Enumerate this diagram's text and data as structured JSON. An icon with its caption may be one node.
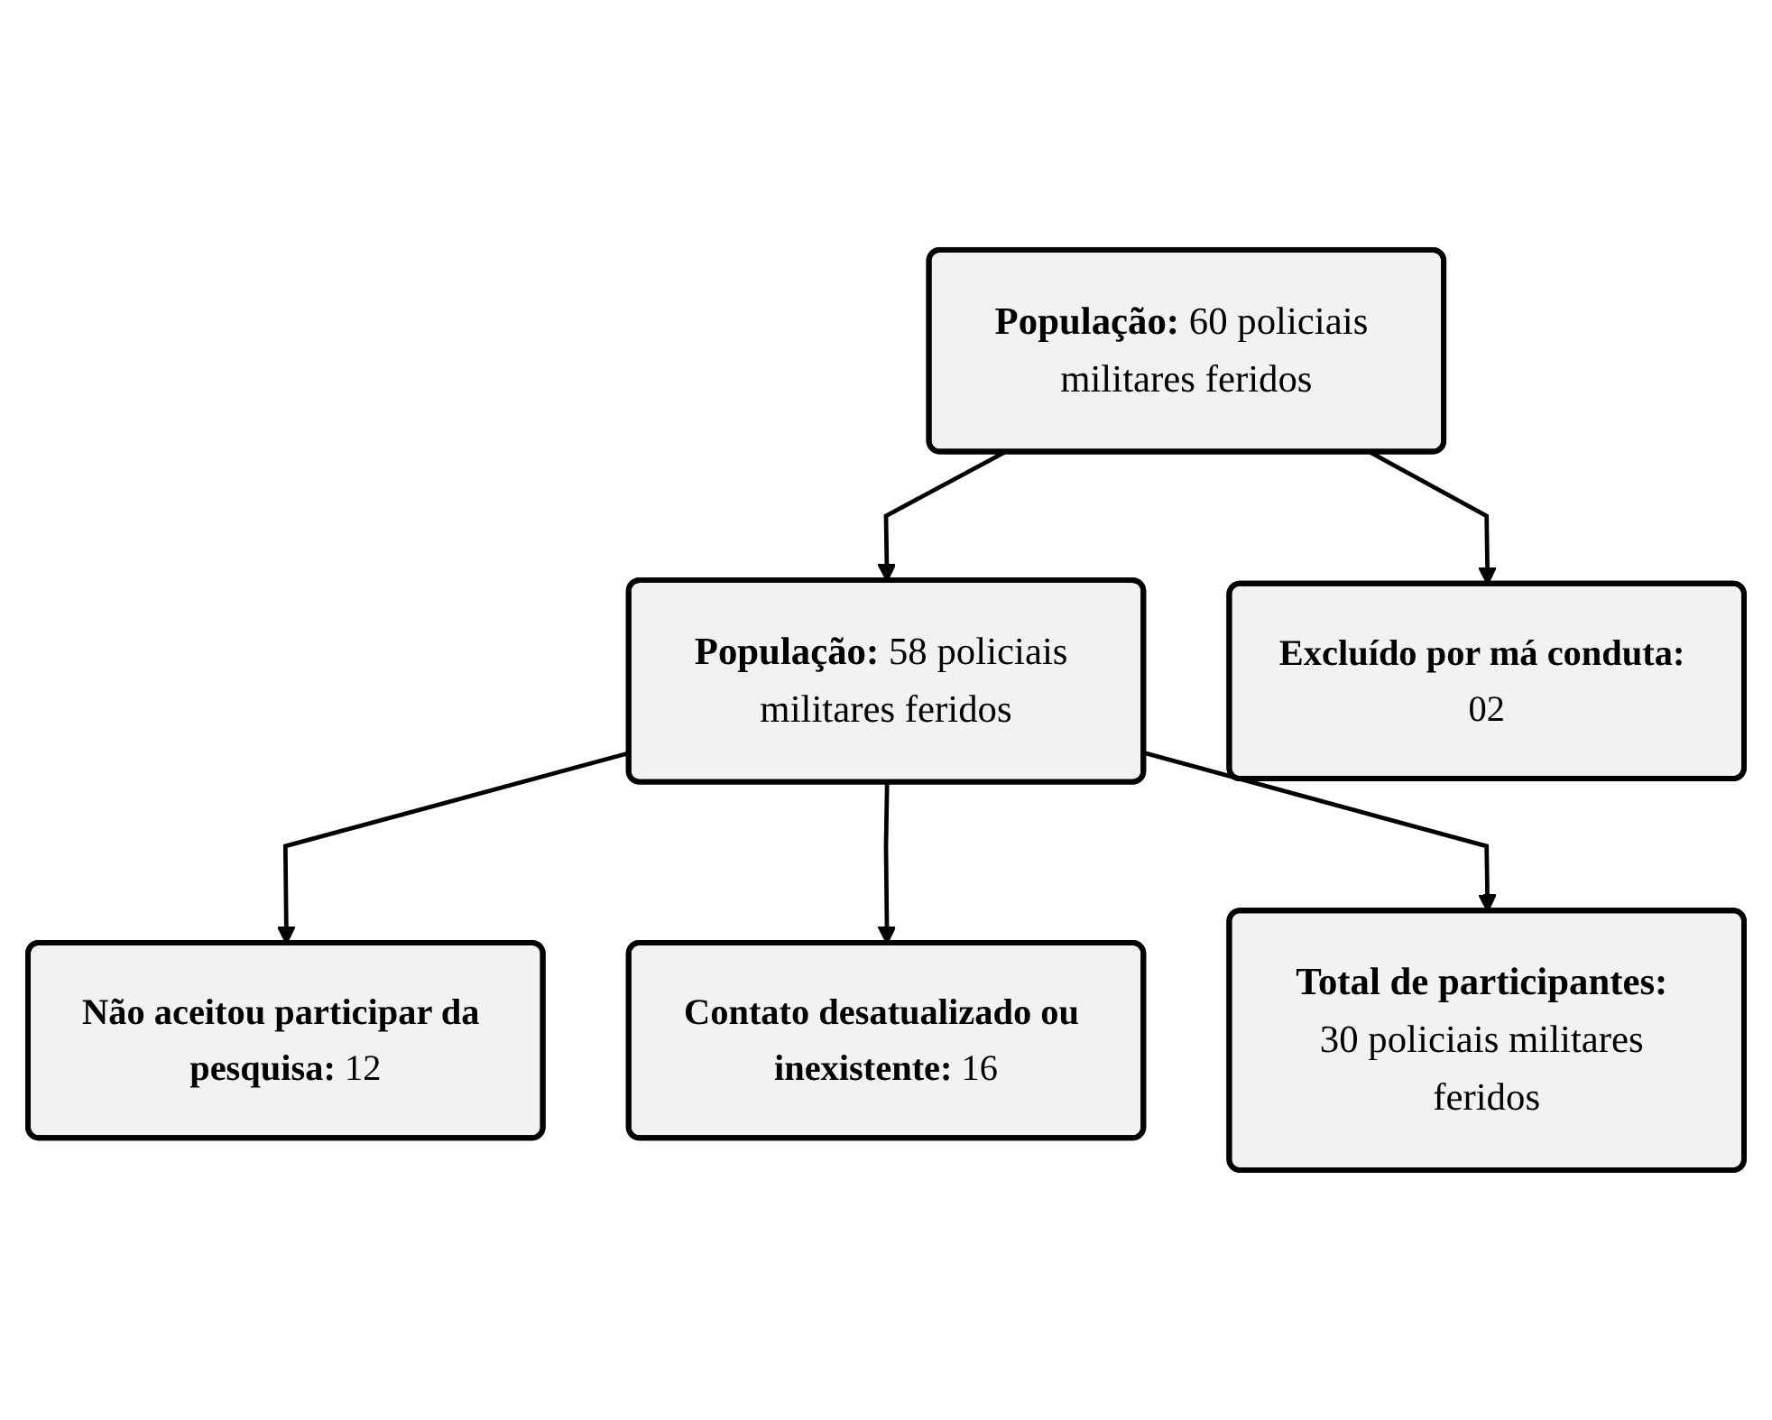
{
  "diagram": {
    "nodes": [
      {
        "text": [
          "**População:** 60 policiais militares feridos"
        ]
      },
      {
        "text": [
          "**População:** 58 policiais militares feridos"
        ]
      },
      {
        "text": [
          "**Excluído por má conduta:** 02"
        ]
      },
      {
        "text": [
          "**Não aceitou participar da pesquisa:** 12"
        ]
      },
      {
        "text": [
          "**Contato desatualizado ou inexistente:** 16"
        ]
      },
      {
        "text": [
          "**Total de participantes:** 30 policiais militares feridos"
        ]
      }
    ],
    "edges": [
      {
        "from": 0,
        "to": 1,
        "arrow": "to"
      },
      {
        "from": 0,
        "to": 2,
        "arrow": "to"
      },
      {
        "from": 1,
        "to": 3,
        "arrow": "to"
      },
      {
        "from": 1,
        "to": 4,
        "arrow": "to"
      },
      {
        "from": 1,
        "to": 5,
        "arrow": "to"
      }
    ]
  }
}
